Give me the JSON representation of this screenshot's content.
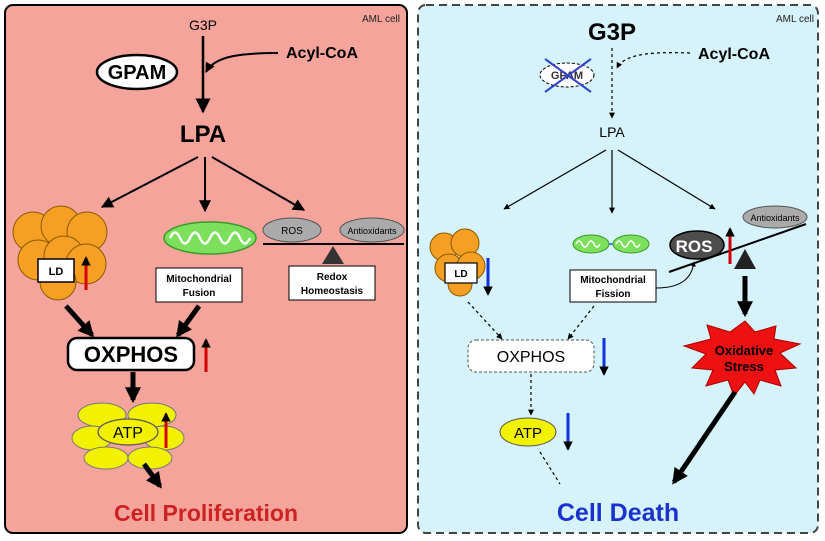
{
  "left_panel": {
    "cell_label": "AML cell",
    "substrate": "G3P",
    "cosubstrate": "Acyl-CoA",
    "enzyme": "GPAM",
    "product": "LPA",
    "ld_label": "LD",
    "mito_label_1": "Mitochondrial",
    "mito_label_2": "Fusion",
    "ros_label": "ROS",
    "antioxidants_label": "Antioxidants",
    "redox_label_1": "Redox",
    "redox_label_2": "Homeostasis",
    "oxphos_label": "OXPHOS",
    "atp_label": "ATP",
    "outcome": "Cell Proliferation",
    "background_color": "#f5a49c",
    "outcome_color": "#cc2222",
    "up_arrow_color": "#d40000"
  },
  "right_panel": {
    "cell_label": "AML cell",
    "substrate": "G3P",
    "cosubstrate": "Acyl-CoA",
    "enzyme": "GPAM",
    "product": "LPA",
    "ld_label": "LD",
    "mito_label_1": "Mitochondrial",
    "mito_label_2": "Fission",
    "ros_label": "ROS",
    "antioxidants_label": "Antioxidants",
    "stress_label_1": "Oxidative",
    "stress_label_2": "Stress",
    "oxphos_label": "OXPHOS",
    "atp_label": "ATP",
    "outcome": "Cell Death",
    "background_color": "#d6f2fa",
    "outcome_color": "#1a33cc",
    "down_arrow_color": "#1133dd",
    "up_arrow_color": "#d40000",
    "stress_color": "#ee1111"
  }
}
